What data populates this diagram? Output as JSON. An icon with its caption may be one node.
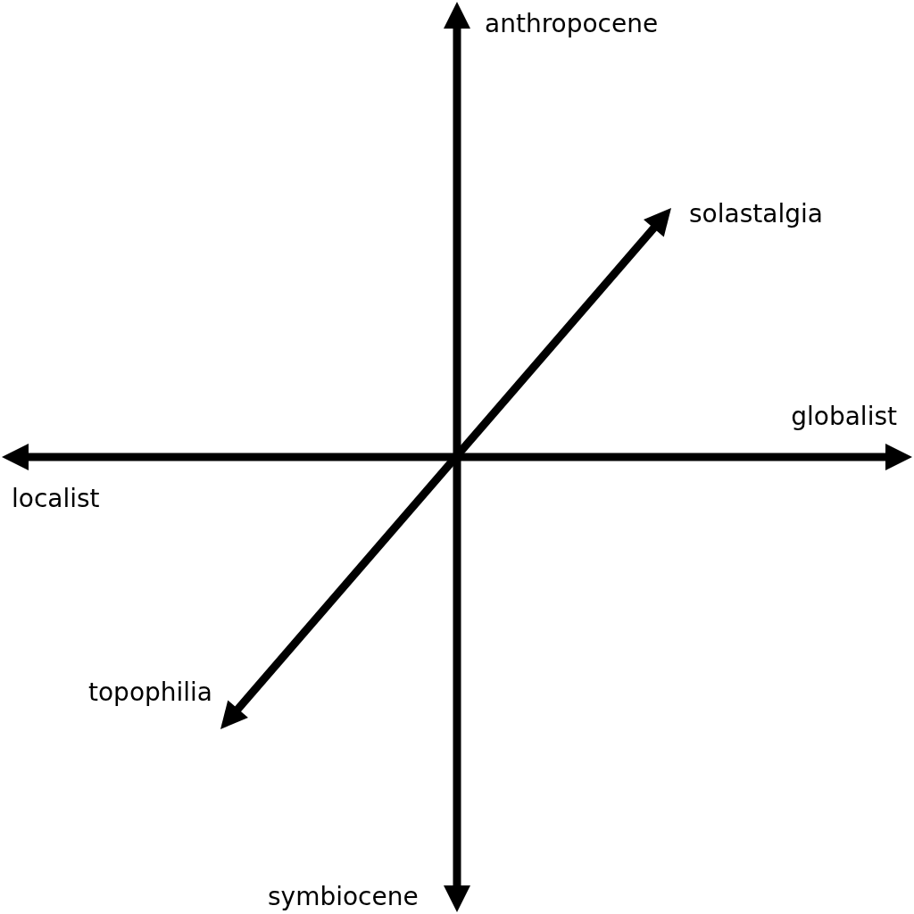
{
  "diagram": {
    "labels": [
      "anthropocene",
      "solastalgia",
      "globalist",
      "localist",
      "topophilia",
      "symbiocene"
    ]
  }
}
